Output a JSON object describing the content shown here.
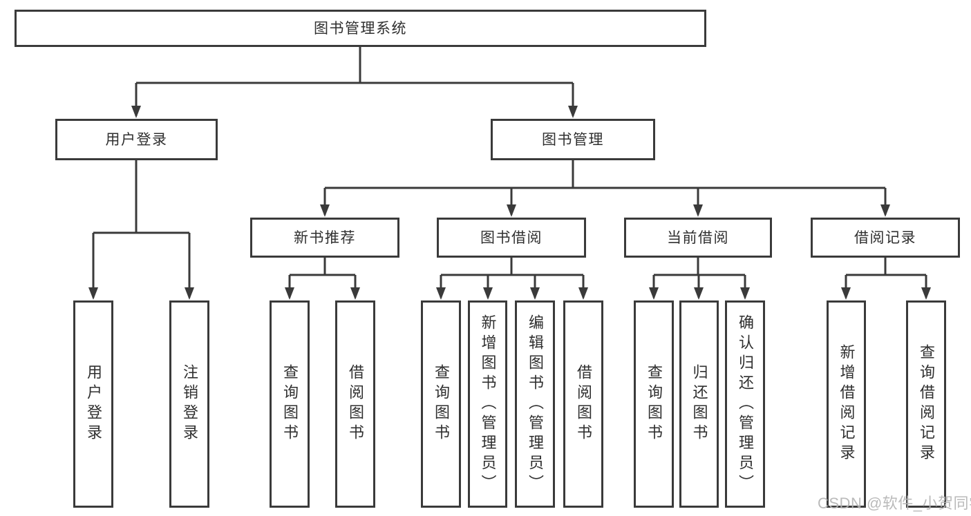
{
  "diagram": {
    "watermark": "CSDN @软件_小贺同学",
    "colors": {
      "line": "#3a3a3a",
      "box_border": "#3a3a3a",
      "box_background": "#ffffff",
      "text": "#2f2f2f",
      "watermark_text": "#b5b5b5"
    },
    "nodes": {
      "root": {
        "label": "图书管理系统"
      },
      "user_login": {
        "label": "用户登录"
      },
      "book_mgmt": {
        "label": "图书管理"
      },
      "new_book_rec": {
        "label": "新书推荐"
      },
      "book_borrow": {
        "label": "图书借阅"
      },
      "current_borrow": {
        "label": "当前借阅"
      },
      "borrow_records": {
        "label": "借阅记录"
      },
      "leaf_user_login": {
        "label": "用户登录"
      },
      "leaf_logout": {
        "label": "注销登录"
      },
      "rec_query_books": {
        "label": "查询图书"
      },
      "rec_borrow_books": {
        "label": "借阅图书"
      },
      "bb_query_books": {
        "label": "查询图书"
      },
      "bb_add_books": {
        "label": "新增图书（管理员）"
      },
      "bb_edit_books": {
        "label": "编辑图书（管理员）"
      },
      "bb_borrow_books": {
        "label": "借阅图书"
      },
      "cb_query_books": {
        "label": "查询图书"
      },
      "cb_return_books": {
        "label": "归还图书"
      },
      "cb_confirm_return": {
        "label": "确认归还（管理员）"
      },
      "br_add_record": {
        "label": "新增借阅记录"
      },
      "br_query_record": {
        "label": "查询借阅记录"
      }
    }
  }
}
